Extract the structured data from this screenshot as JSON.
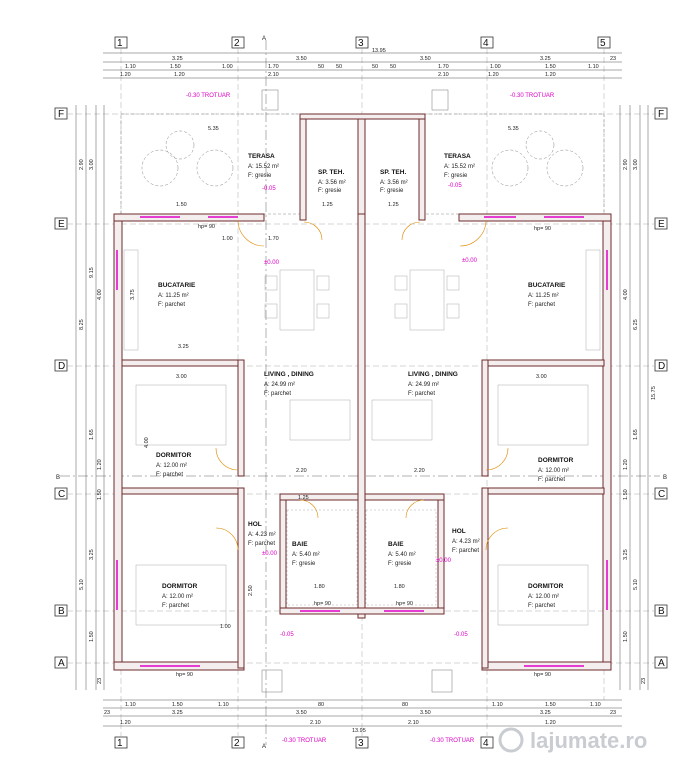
{
  "axes": {
    "columns": [
      "1",
      "2",
      "A",
      "3",
      "4",
      "5"
    ],
    "rows": [
      "F",
      "E",
      "D",
      "B",
      "C",
      "B",
      "A"
    ]
  },
  "top_dims": {
    "overall": "13.95",
    "row1": [
      "3.25",
      "3.50",
      "3.50",
      "3.25"
    ],
    "row2": [
      "1.10",
      "1.50",
      "1.00",
      "1.70",
      "50",
      "50",
      "50",
      "50",
      "1.70",
      "1.00",
      "1.50",
      "1.10",
      "23"
    ],
    "row3": [
      "1.20",
      "1.20",
      "2.10",
      "2.10",
      "1.20",
      "1.20"
    ]
  },
  "bottom_dims": {
    "overall": "13.95",
    "row1": [
      "1.10",
      "1.50",
      "1.10",
      "80",
      "80",
      "1.10",
      "1.50",
      "1.10"
    ],
    "row2": [
      "23",
      "3.25",
      "3.50",
      "3.50",
      "3.25",
      "23"
    ],
    "row3": [
      "1.20",
      "2.10",
      "2.10",
      "1.20"
    ]
  },
  "left_dims": [
    "2.90",
    "3.00",
    "9.15",
    "4.00",
    "8.25",
    "1.65",
    "1.20",
    "1.50",
    "3.25",
    "5.10",
    "1.50",
    "23"
  ],
  "right_dims": [
    "2.90",
    "3.00",
    "4.00",
    "6.25",
    "15.75",
    "1.65",
    "1.20",
    "1.50",
    "5.10",
    "3.25",
    "1.50",
    "23"
  ],
  "levels": {
    "trotuar_top_left": "-0.30 TROTUAR",
    "trotuar_top_right": "-0.30 TROTUAR",
    "trotuar_bottom_left": "-0.30 TROTUAR",
    "trotuar_bottom_right": "-0.30 TROTUAR",
    "terasa": "-0.05",
    "interior": "±0.00",
    "entrance": "-0.05"
  },
  "rooms": [
    {
      "id": "terasa-left",
      "name": "TERASA",
      "area": "A:  15.52 m²",
      "floor": "F:    gresie"
    },
    {
      "id": "terasa-right",
      "name": "TERASA",
      "area": "A:  15.52 m²",
      "floor": "F:    gresie"
    },
    {
      "id": "spteh-left",
      "name": "SP. TEH.",
      "area": "A:  3.56 m²",
      "floor": "F:    gresie"
    },
    {
      "id": "spteh-right",
      "name": "SP. TEH.",
      "area": "A:  3.56 m²",
      "floor": "F:    gresie"
    },
    {
      "id": "bucatarie-left",
      "name": "BUCATARIE",
      "area": "A:  11.25 m²",
      "floor": "F:    parchet"
    },
    {
      "id": "bucatarie-right",
      "name": "BUCATARIE",
      "area": "A:  11.25 m²",
      "floor": "F:    parchet"
    },
    {
      "id": "living-left",
      "name": "LIVING , DINING",
      "area": "A:  24.99 m²",
      "floor": "F:    parchet"
    },
    {
      "id": "living-right",
      "name": "LIVING , DINING",
      "area": "A:  24.99 m²",
      "floor": "F:    parchet"
    },
    {
      "id": "dormitor1-left",
      "name": "DORMITOR",
      "area": "A:  12.00 m²",
      "floor": "F:    parchet"
    },
    {
      "id": "dormitor1-right",
      "name": "DORMITOR",
      "area": "A:  12.00 m²",
      "floor": "F:    parchet"
    },
    {
      "id": "hol-left",
      "name": "HOL",
      "area": "A:  4.23 m²",
      "floor": "F:    parchet"
    },
    {
      "id": "hol-right",
      "name": "HOL",
      "area": "A:  4.23 m²",
      "floor": "F:    parchet"
    },
    {
      "id": "baie-left",
      "name": "BAIE",
      "area": "A:  5.40 m²",
      "floor": "F:    gresie"
    },
    {
      "id": "baie-right",
      "name": "BAIE",
      "area": "A:  5.40 m²",
      "floor": "F:    gresie"
    },
    {
      "id": "dormitor2-left",
      "name": "DORMITOR",
      "area": "A:  12.00 m²",
      "floor": "F:    parchet"
    },
    {
      "id": "dormitor2-right",
      "name": "DORMITOR",
      "area": "A:  12.00 m²",
      "floor": "F:    parchet"
    }
  ],
  "window_tags": [
    "hp= 90",
    "hp= 90",
    "hp= 90",
    "hp= 90",
    "hp= 90",
    "hp= 90"
  ],
  "inner_dims": [
    "5.35",
    "5.35",
    "1.50",
    "1.00",
    "1.70",
    "1.25",
    "1.25",
    "3.75",
    "3.25",
    "3.00",
    "3.00",
    "4.00",
    "2.20",
    "2.20",
    "1.80",
    "1.80",
    "1.25",
    "2.50",
    "1.00"
  ],
  "watermark": "lajumate.ro",
  "colors": {
    "wall": "#7a3a3a",
    "magenta": "#e000c8",
    "line": "#444444",
    "grid": "#999999"
  }
}
